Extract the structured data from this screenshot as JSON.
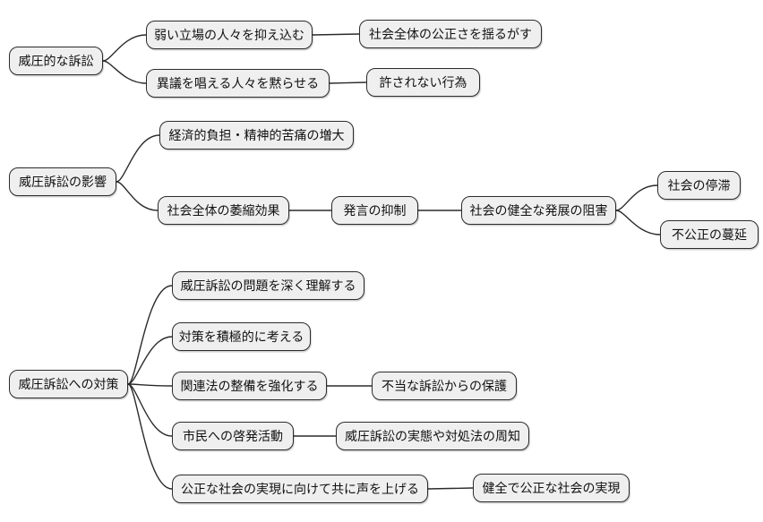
{
  "diagram_type": "mindmap",
  "style": {
    "background": "#ffffff",
    "node_fill": "#efefef",
    "node_border": "#2b2b2b",
    "edge_color": "#2b2b2b",
    "text_color": "#111111"
  },
  "mindmap": {
    "trees": [
      {
        "label": "威圧的な訴訟",
        "children": [
          {
            "label": "弱い立場の人々を抑え込む",
            "children": [
              {
                "label": "社会全体の公正さを揺るがす",
                "children": []
              }
            ]
          },
          {
            "label": "異議を唱える人々を黙らせる",
            "children": [
              {
                "label": "許されない行為",
                "children": []
              }
            ]
          }
        ]
      },
      {
        "label": "威圧訴訟の影響",
        "children": [
          {
            "label": "経済的負担・精神的苦痛の増大",
            "children": []
          },
          {
            "label": "社会全体の萎縮効果",
            "children": [
              {
                "label": "発言の抑制",
                "children": [
                  {
                    "label": "社会の健全な発展の阻害",
                    "children": [
                      {
                        "label": "社会の停滞",
                        "children": []
                      },
                      {
                        "label": "不公正の蔓延",
                        "children": []
                      }
                    ]
                  }
                ]
              }
            ]
          }
        ]
      },
      {
        "label": "威圧訴訟への対策",
        "children": [
          {
            "label": "威圧訴訟の問題を深く理解する",
            "children": []
          },
          {
            "label": "対策を積極的に考える",
            "children": []
          },
          {
            "label": "関連法の整備を強化する",
            "children": [
              {
                "label": "不当な訴訟からの保護",
                "children": []
              }
            ]
          },
          {
            "label": "市民への啓発活動",
            "children": [
              {
                "label": "威圧訴訟の実態や対処法の周知",
                "children": []
              }
            ]
          },
          {
            "label": "公正な社会の実現に向けて共に声を上げる",
            "children": [
              {
                "label": "健全で公正な社会の実現",
                "children": []
              }
            ]
          }
        ]
      }
    ]
  }
}
